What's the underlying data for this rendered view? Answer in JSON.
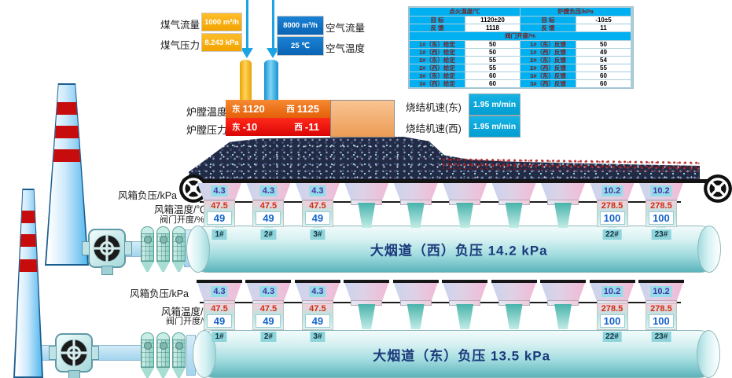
{
  "colors": {
    "table_header_cyan": "#00b0f0",
    "panel_blue": "#0a64b4",
    "panel_amber": "#f2a300",
    "speed_box_blue": "#019ed2",
    "furnace_temp_orange": "#e45f08",
    "furnace_pressure_red": "#d90505",
    "duct_text_navy": "#1b3a7c",
    "windbox_pressure_purple": "#4b2fa6",
    "windbox_temp_red": "#d42b10",
    "valve_value_blue": "#1463cc",
    "chimney_band_red": "#c60c0c"
  },
  "gas_panel": {
    "flow_label": "煤气流量",
    "flow_value": "1000 m³/h",
    "pressure_label": "煤气压力",
    "pressure_value": "8.243 kPa",
    "air_flow_value": "8000 m³/h",
    "air_flow_label": "空气流量",
    "air_temp_value": "25 ℃",
    "air_temp_label": "空气温度"
  },
  "ignition_table": {
    "temp_header": "点火温度/℃",
    "pressure_header": "炉膛负压/kPa",
    "top_rows": [
      {
        "l1": "目  标",
        "v1": "1120±20",
        "l2": "目  标",
        "v2": "-10±5"
      },
      {
        "l1": "反  馈",
        "v1": "1118",
        "l2": "反  馈",
        "v2": "11"
      }
    ],
    "valve_header": "阀门开度/%",
    "valve_rows": [
      {
        "l1": "1#（东）给定",
        "v1": "50",
        "l2": "1#（东）反馈",
        "v2": "50"
      },
      {
        "l1": "1#（西）给定",
        "v1": "50",
        "l2": "1#（西）反馈",
        "v2": "49"
      },
      {
        "l1": "2#（东）给定",
        "v1": "55",
        "l2": "2#（东）反馈",
        "v2": "54"
      },
      {
        "l1": "2#（西）给定",
        "v1": "55",
        "l2": "2#（西）反馈",
        "v2": "55"
      },
      {
        "l1": "3#（东）给定",
        "v1": "60",
        "l2": "3#（东）反馈",
        "v2": "60"
      },
      {
        "l1": "3#（西）给定",
        "v1": "60",
        "l2": "3#（西）反馈",
        "v2": "60"
      }
    ]
  },
  "speed_panel": {
    "east_label": "烧结机速(东)",
    "east_value": "1.95 m/min",
    "west_label": "烧结机速(西)",
    "west_value": "1.95 m/min"
  },
  "furnace": {
    "temp_label": "炉膛温度",
    "pressure_label": "炉膛压力",
    "east": "东",
    "west": "西",
    "temp_east": "1120",
    "temp_west": "1125",
    "pressure_east": "-10",
    "pressure_west": "-11"
  },
  "windbox_labels": {
    "pressure": "风箱负压/kPa",
    "temperature": "风箱温度/℃",
    "valve": "阀门开度/%"
  },
  "west_duct": {
    "title": "大烟道（西）负压  14.2 kPa",
    "windboxes": [
      {
        "id": "1#",
        "pressure": "4.3",
        "temp": "47.5",
        "valve": "49"
      },
      {
        "id": "2#",
        "pressure": "4.3",
        "temp": "47.5",
        "valve": "49"
      },
      {
        "id": "3#",
        "pressure": "4.3",
        "temp": "47.5",
        "valve": "49"
      },
      {},
      {},
      {},
      {},
      {},
      {
        "id": "22#",
        "pressure": "10.2",
        "temp": "278.5",
        "valve": "100"
      },
      {
        "id": "23#",
        "pressure": "10.2",
        "temp": "278.5",
        "valve": "100"
      }
    ]
  },
  "east_duct": {
    "title": "大烟道（东）负压  13.5 kPa",
    "windboxes": [
      {
        "id": "1#",
        "pressure": "4.3",
        "temp": "47.5",
        "valve": "49"
      },
      {
        "id": "2#",
        "pressure": "4.3",
        "temp": "47.5",
        "valve": "49"
      },
      {
        "id": "3#",
        "pressure": "4.3",
        "temp": "47.5",
        "valve": "49"
      },
      {},
      {},
      {},
      {},
      {},
      {
        "id": "22#",
        "pressure": "10.2",
        "temp": "278.5",
        "valve": "100"
      },
      {
        "id": "23#",
        "pressure": "10.2",
        "temp": "278.5",
        "valve": "100"
      }
    ]
  }
}
